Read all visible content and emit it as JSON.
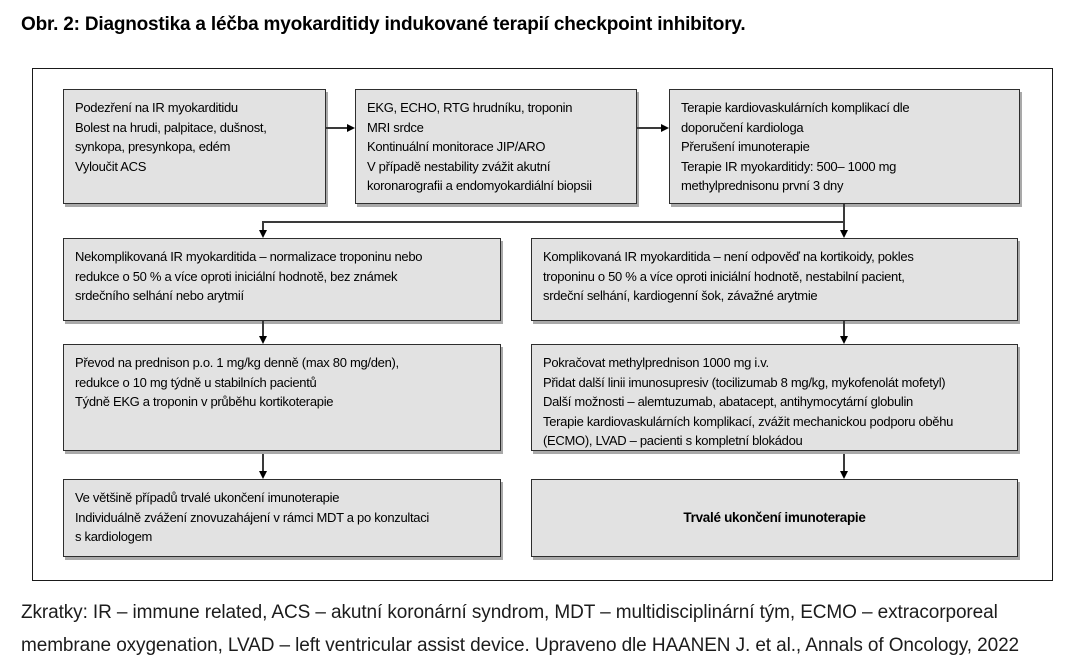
{
  "title": "Obr. 2: Diagnostika a léčba myokarditidy indukované terapií checkpoint inhibitory.",
  "boxes": {
    "suspicion": "Podezření na IR myokarditidu\nBolest na hrudi, palpitace, dušnost,\nsynkopa, presynkopa, edém\nVyloučit ACS",
    "diagnostics": "EKG, ECHO, RTG hrudníku, troponin\nMRI srdce\nKontinuální monitorace JIP/ARO\nV případě nestability zvážit akutní\nkoronarografii a endomyokardiální biopsii",
    "therapy": "Terapie kardiovaskulárních komplikací dle\ndoporučení kardiologa\nPřerušení imunoterapie\nTerapie IR myokarditidy: 500– 1000 mg\nmethylprednisonu první 3 dny",
    "uncomplicated": "Nekomplikovaná IR myokarditida – normalizace troponinu nebo\nredukce o 50 % a více oproti iniciální hodnotě, bez známek\nsrdečního selhání nebo arytmií",
    "complicated": "Komplikovaná IR myokarditida – není odpověď na kortikoidy, pokles\ntroponinu o 50 % a více oproti iniciální hodnotě, nestabilní pacient,\nsrdeční selhání, kardiogenní šok, závažné arytmie",
    "prednison": "Převod na prednison p.o. 1 mg/kg denně (max 80 mg/den),\nredukce o 10 mg týdně u stabilních pacientů\nTýdně EKG a troponin v průběhu kortikoterapie",
    "methylprednison": "Pokračovat methylprednison 1000 mg i.v.\nPřidat další linii imunosupresiv (tocilizumab 8 mg/kg, mykofenolát mofetyl)\nDalší možnosti – alemtuzumab, abatacept, antihymocytární globulin\nTerapie kardiovaskulárních komplikací, zvážit mechanickou podporu oběhu\n(ECMO), LVAD – pacienti s kompletní blokádou",
    "restart": "Ve většině případů trvalé ukončení imunoterapie\nIndividuálně zvážení znovuzahájení v rámci MDT a po konzultaci\ns kardiologem",
    "permanent_stop": "Trvalé ukončení imunoterapie"
  },
  "footer": "Zkratky: IR – immune related, ACS – akutní koronární syndrom, MDT – multidisciplinární tým, ECMO – extracorporeal membrane oxygenation, LVAD – left ventricular assist device. Upraveno dle HAANEN J. et al., Annals of Oncology, 2022",
  "colors": {
    "box_fill": "#e2e2e2",
    "box_border": "#2e2e2e",
    "box_shadow": "#a9a9a9",
    "frame_border": "#1a1a1a",
    "text": "#000000"
  }
}
